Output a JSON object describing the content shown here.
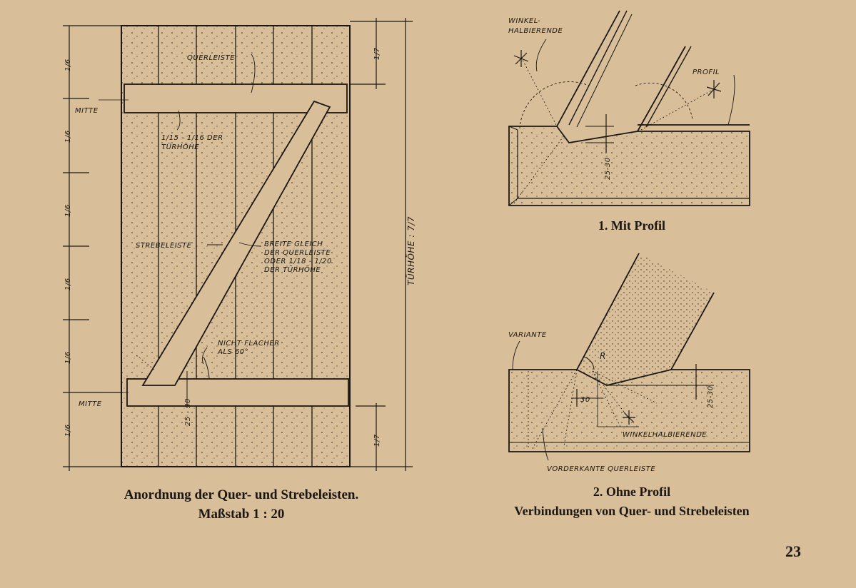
{
  "left_figure": {
    "labels": {
      "querleiste": "QUERLEISTE",
      "mitte_top": "MITTE",
      "mitte_bottom": "MITTE",
      "ratio_line1": "1/15 - 1/16 DER",
      "ratio_line2": "TÜRHÖHE",
      "strebeleiste": "STREBELEISTE",
      "breite_1": "BREITE GLEICH",
      "breite_2": "DER QUERLEISTE",
      "breite_3": "ODER 1/18 - 1/20",
      "breite_4": "DER TÜRHÖHE",
      "angle_1": "NICHT FLACHER",
      "angle_2": "ALS 60°",
      "dim_25_30": "25 - 30",
      "turhohe": "TÜRHÖHE : 7/7",
      "sixth": "1/6",
      "seventh": "1/7"
    },
    "caption_line1": "Anordnung der Quer- und Strebeleisten.",
    "caption_line2": "Maßstab 1 : 20"
  },
  "right_top_figure": {
    "labels": {
      "winkel_1": "WINKEL-",
      "winkel_2": "HALBIERENDE",
      "profil": "PROFIL",
      "dim": "25-30"
    },
    "caption": "1. Mit Profil"
  },
  "right_bottom_figure": {
    "labels": {
      "variante": "VARIANTE",
      "r": "R",
      "dim_30": "30",
      "dim_25_30": "25-30",
      "winkelhalbierende": "WINKELHALBIERENDE",
      "vorderkante": "VORDERKANTE QUERLEISTE"
    },
    "caption_line1": "2. Ohne Profil",
    "caption_line2": "Verbindungen von Quer- und Strebeleisten"
  },
  "page_number": "23"
}
